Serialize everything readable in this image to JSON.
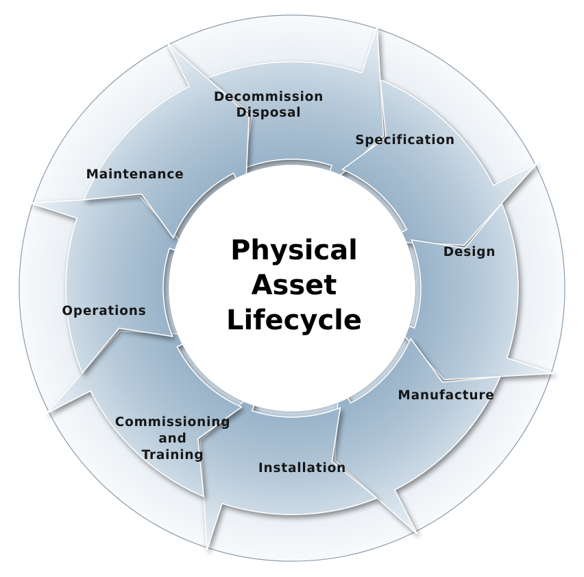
{
  "title": {
    "lines": [
      "Physical",
      "Asset",
      "Lifecycle"
    ]
  },
  "steps": [
    {
      "id": "decommission",
      "lines": [
        "Decommission",
        "Disposal"
      ]
    },
    {
      "id": "specification",
      "lines": [
        "Specification"
      ]
    },
    {
      "id": "design",
      "lines": [
        "Design"
      ]
    },
    {
      "id": "manufacture",
      "lines": [
        "Manufacture"
      ]
    },
    {
      "id": "installation",
      "lines": [
        "Installation"
      ]
    },
    {
      "id": "commissioning",
      "lines": [
        "Commissioning",
        "and",
        "Training"
      ]
    },
    {
      "id": "operations",
      "lines": [
        "Operations"
      ]
    },
    {
      "id": "maintenance",
      "lines": [
        "Maintenance"
      ]
    }
  ],
  "colors": {
    "arrow_light": "#eaf0f5",
    "arrow_dark": "#9db8cd",
    "ring_light": "#f7f9fb",
    "ring_dark": "#bccbd8",
    "ring_stroke": "#8b9aa8",
    "text": "#161616"
  }
}
